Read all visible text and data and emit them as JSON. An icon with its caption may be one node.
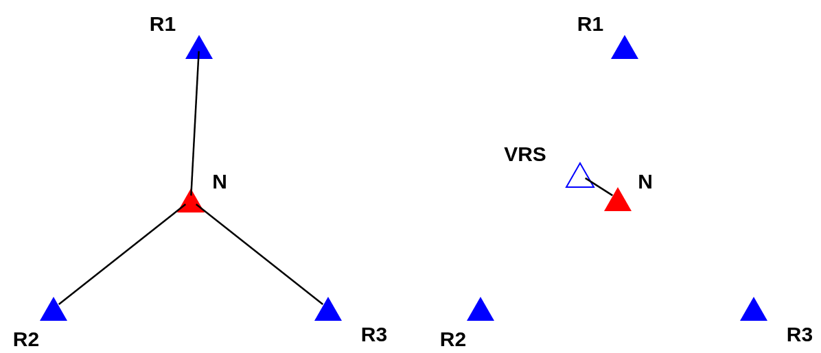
{
  "diagram": {
    "nodes": [
      {
        "text": [
          "R1"
        ]
      },
      {
        "text": [
          "N"
        ]
      },
      {
        "text": [
          "R2"
        ]
      },
      {
        "text": [
          "R3"
        ]
      },
      {
        "text": [
          "R1"
        ]
      },
      {
        "text": [
          "VRS"
        ]
      },
      {
        "text": [
          "N"
        ]
      },
      {
        "text": [
          "R2"
        ]
      },
      {
        "text": [
          "R3"
        ]
      }
    ],
    "edges": [
      {
        "from": 1,
        "to": 0,
        "arrow": "none"
      },
      {
        "from": 1,
        "to": 2,
        "arrow": "none"
      },
      {
        "from": 1,
        "to": 3,
        "arrow": "none"
      },
      {
        "from": 5,
        "to": 6,
        "arrow": "none"
      }
    ]
  }
}
